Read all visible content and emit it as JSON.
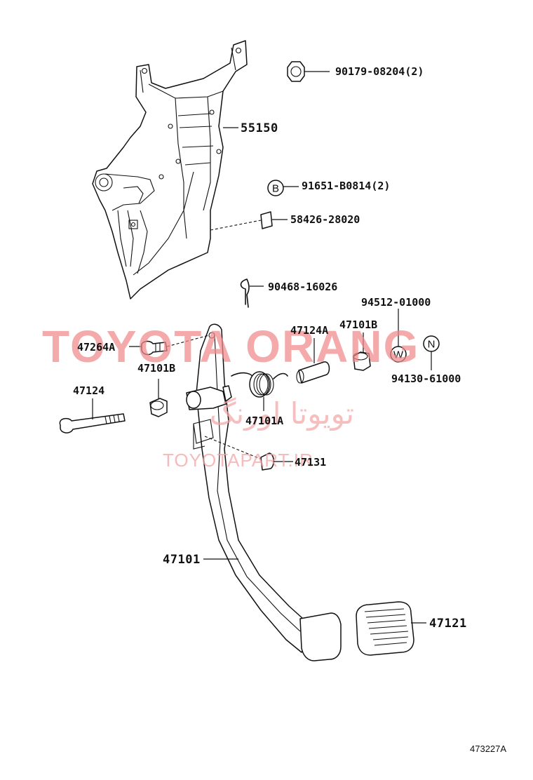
{
  "watermark": {
    "main": "TOYOTA ORANG",
    "arabic": "تویوتا اورنگ",
    "site": "TOYOTAPART.IR"
  },
  "diagram_id": "473227A",
  "parts": {
    "p90179": "90179-08204(2)",
    "p55150": "55150",
    "p91651": "91651-B0814(2)",
    "p58426": "58426-28020",
    "p90468": "90468-16026",
    "p94512": "94512-01000",
    "p47124A": "47124A",
    "p47101B_top": "47101B",
    "p47264A": "47264A",
    "p47101B_left": "47101B",
    "p94130": "94130-61000",
    "p47124": "47124",
    "p47101A": "47101A",
    "p47131": "47131",
    "p47101": "47101",
    "p47121": "47121"
  },
  "badges": {
    "b": "B",
    "w": "W",
    "n": "N"
  }
}
